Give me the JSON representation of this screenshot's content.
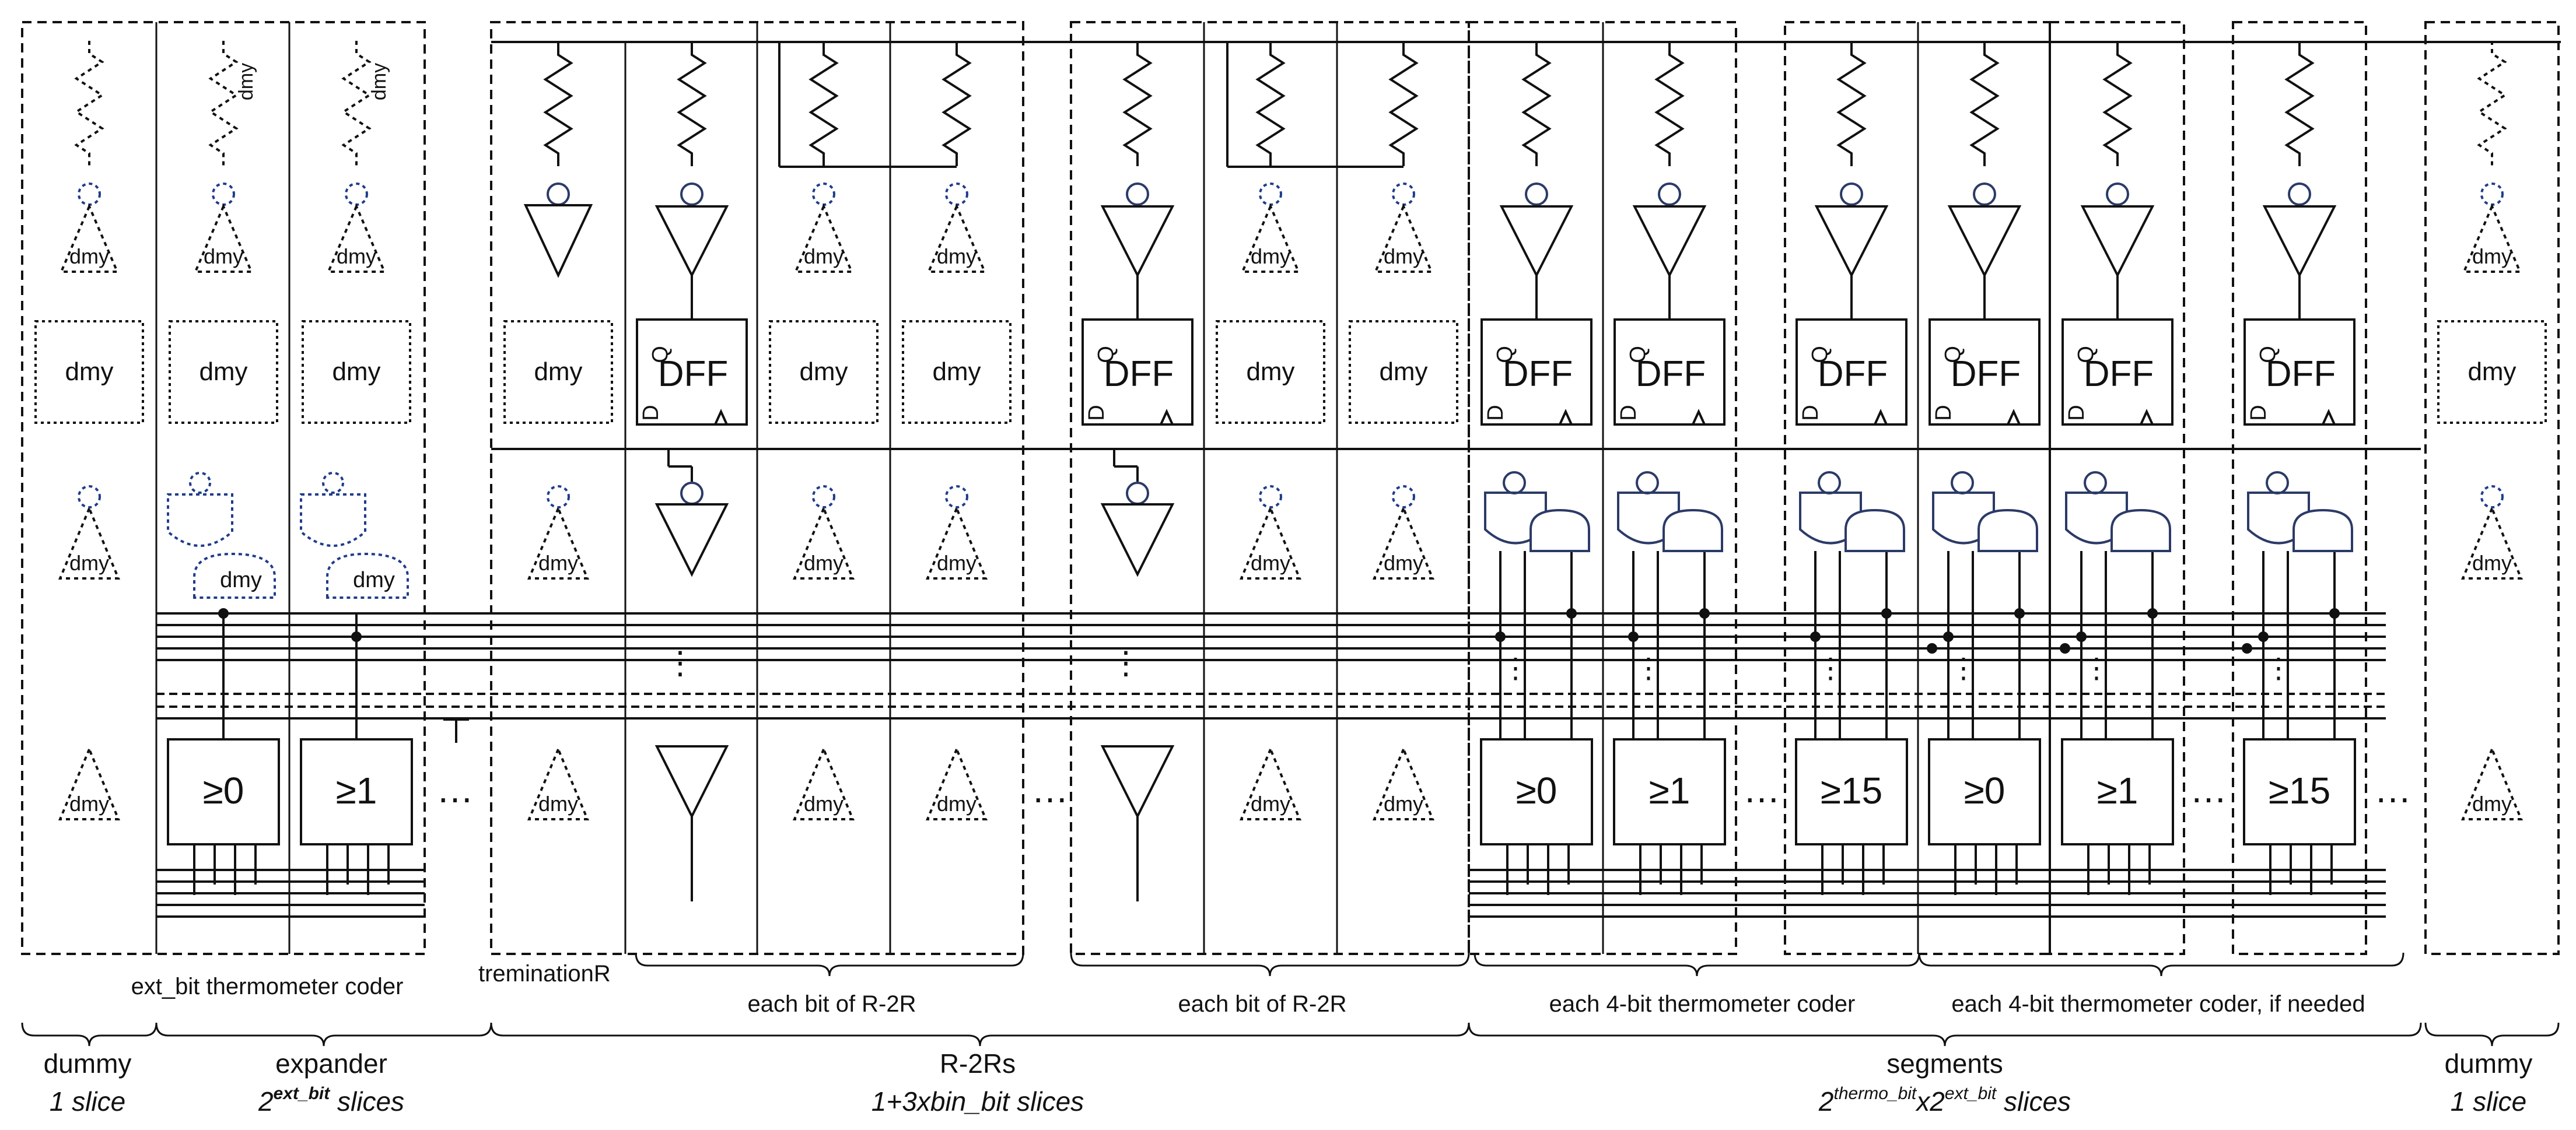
{
  "labels": {
    "dmy": "dmy",
    "dff": "DFF",
    "q": "Q",
    "d": "D",
    "ellipsis": "…",
    "vdots": "⋮"
  },
  "comparators": {
    "expander": [
      "≥0",
      "≥1"
    ],
    "segments": [
      "≥0",
      "≥1",
      "≥15",
      "≥0",
      "≥1",
      "≥15"
    ]
  },
  "annotations": {
    "ext_bit_coder": "ext_bit thermometer coder",
    "termination": "treminationR",
    "each_bit_r2r": "each bit of R-2R",
    "each_4bit_coder": "each 4-bit thermometer coder",
    "each_4bit_coder_if_needed": "each 4-bit thermometer coder, if needed"
  },
  "groups": {
    "dummy_left": {
      "name": "dummy",
      "count": "1 slice"
    },
    "expander": {
      "name": "expander",
      "count_base": "2",
      "count_exp": "ext_bit",
      "count_suffix": " slices"
    },
    "r2r": {
      "name": "R-2Rs",
      "count": "1+3xbin_bit slices"
    },
    "segments": {
      "name": "segments",
      "count_base1": "2",
      "count_exp1": "thermo_bit",
      "count_mid": "x2",
      "count_exp2": "ext_bit",
      "count_suffix": " slices"
    },
    "dummy_right": {
      "name": "dummy",
      "count": "1 slice"
    }
  }
}
